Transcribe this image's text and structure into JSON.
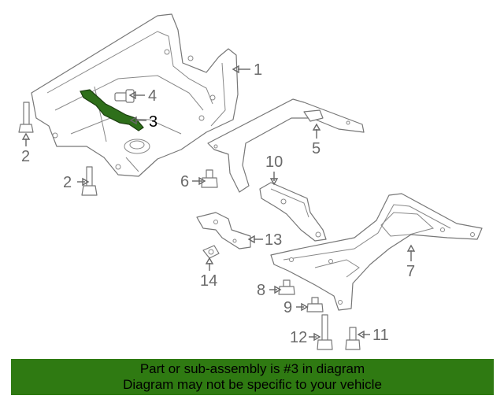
{
  "diagram": {
    "callouts": [
      {
        "label": "1"
      },
      {
        "label": "2"
      },
      {
        "label": "2"
      },
      {
        "label": "3",
        "highlighted": true
      },
      {
        "label": "4"
      },
      {
        "label": "5"
      },
      {
        "label": "6"
      },
      {
        "label": "7"
      },
      {
        "label": "8"
      },
      {
        "label": "9"
      },
      {
        "label": "10"
      },
      {
        "label": "11"
      },
      {
        "label": "12"
      },
      {
        "label": "13"
      },
      {
        "label": "14"
      }
    ],
    "highlight_color": "#2e6f1a"
  },
  "banner": {
    "line1": "Part or sub-assembly is #3 in diagram",
    "line2": "Diagram may not be specific to your vehicle",
    "background": "#2f7a12"
  }
}
